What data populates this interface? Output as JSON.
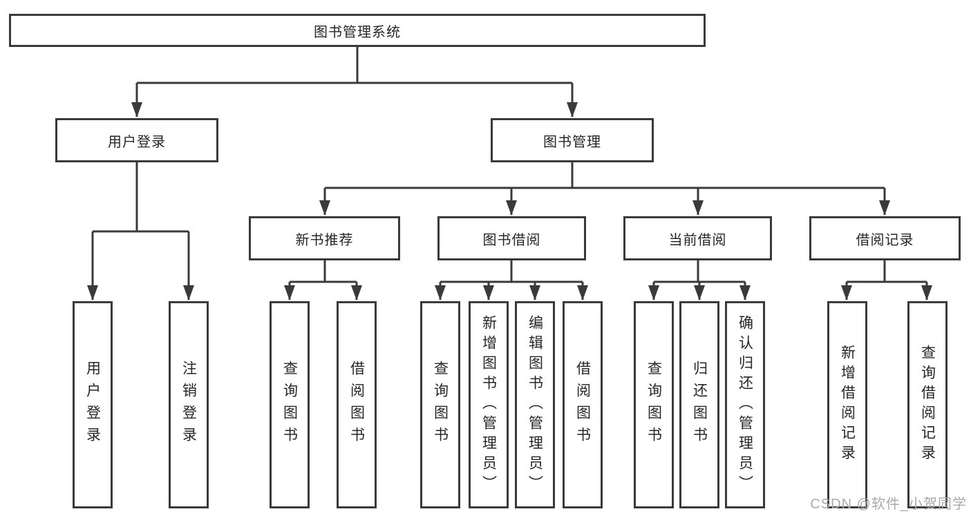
{
  "tree": {
    "root_label": "图书管理系统",
    "user_login": {
      "label": "用户登录",
      "children": [
        "用户登录",
        "注销登录"
      ]
    },
    "book_mgmt": {
      "label": "图书管理",
      "sections": {
        "new_book_rec": {
          "label": "新书推荐",
          "children": [
            "查询图书",
            "借阅图书"
          ]
        },
        "book_borrow": {
          "label": "图书借阅",
          "children": [
            "查询图书",
            "新增图书（管理员）",
            "编辑图书（管理员）",
            "借阅图书"
          ]
        },
        "current_borrow": {
          "label": "当前借阅",
          "children": [
            "查询图书",
            "归还图书",
            "确认归还（管理员）"
          ]
        },
        "borrow_record": {
          "label": "借阅记录",
          "children": [
            "新增借阅记录",
            "查询借阅记录"
          ]
        }
      }
    }
  },
  "watermark": "CSDN @软件_小贺同学",
  "colors": {
    "line": "#3a3a3a",
    "text": "#262626",
    "watermark": "#a9a9a9",
    "background": "#ffffff"
  }
}
